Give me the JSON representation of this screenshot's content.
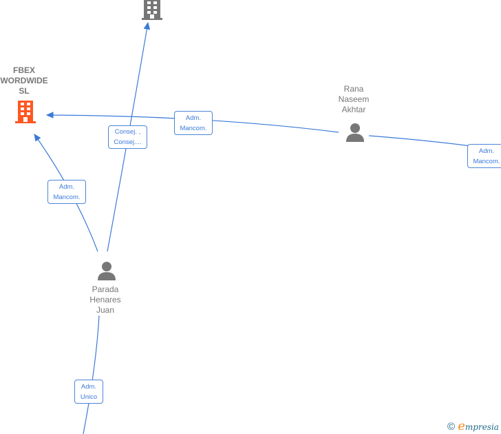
{
  "nodes": {
    "company_top": {
      "label": ""
    },
    "fbex": {
      "label_lines": [
        "FBEX",
        "WORDWIDE",
        "SL"
      ],
      "color": "#ff5722"
    },
    "rana": {
      "label_lines": [
        "Rana",
        "Naseem",
        "Akhtar"
      ]
    },
    "parada": {
      "label_lines": [
        "Parada",
        "Henares",
        "Juan"
      ]
    }
  },
  "edges": [
    {
      "lines": [
        "Consej. ,",
        "Consej...."
      ]
    },
    {
      "lines": [
        "Adm.",
        "Mancom."
      ]
    },
    {
      "lines": [
        "Adm.",
        "Mancom."
      ]
    },
    {
      "lines": [
        "Adm.",
        "Mancom."
      ]
    },
    {
      "lines": [
        "Adm.",
        "Unico"
      ]
    }
  ],
  "colors": {
    "edge": "#3b7ad9",
    "company": "#777777",
    "person": "#777777"
  },
  "brand": {
    "copyright": "©",
    "e": "e",
    "rest": "mpresia"
  }
}
